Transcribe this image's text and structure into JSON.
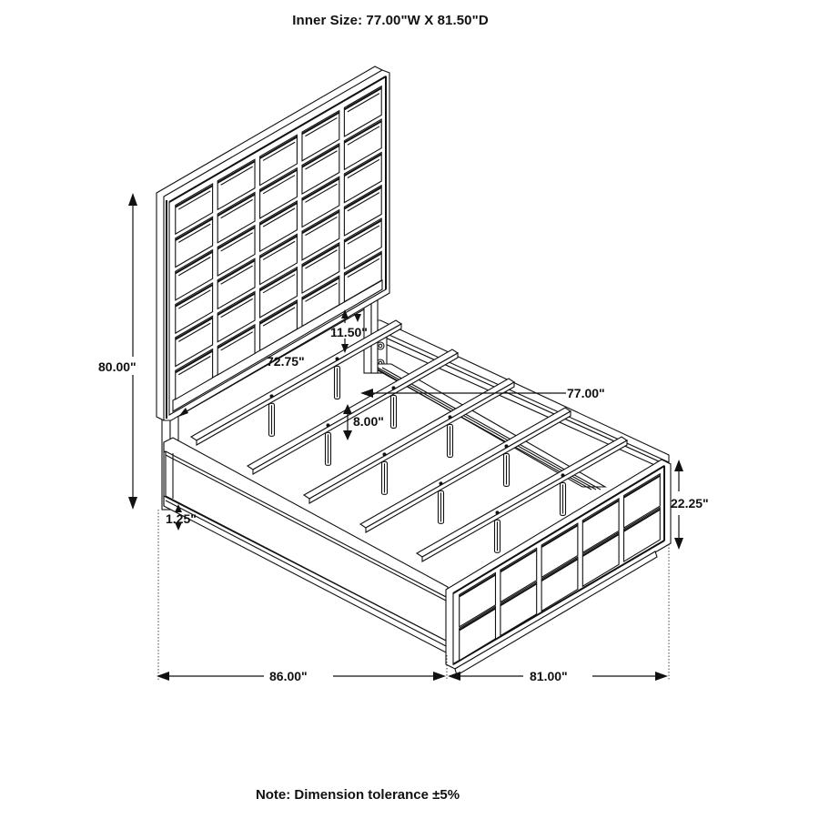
{
  "header": {
    "title": "Inner Size: 77.00\"W X 81.50\"D"
  },
  "footer": {
    "note": "Note: Dimension tolerance ±5%"
  },
  "product": {
    "type": "bed",
    "headboard": {
      "panel_columns": 5,
      "panel_rows": 6
    },
    "footboard": {
      "panel_columns": 5,
      "panel_rows": 2
    },
    "slats": 5
  },
  "dimensions": {
    "headboard_height": "80.00\"",
    "headboard_width": "72.75\"",
    "headboard_clearance": "11.50\"",
    "inner_width": "77.00\"",
    "slat_height": "8.00\"",
    "footboard_height": "22.25\"",
    "rail_offset": "1.25\"",
    "overall_length": "86.00\"",
    "overall_width": "81.00\""
  },
  "colors": {
    "line": "#111111",
    "background": "#ffffff"
  }
}
